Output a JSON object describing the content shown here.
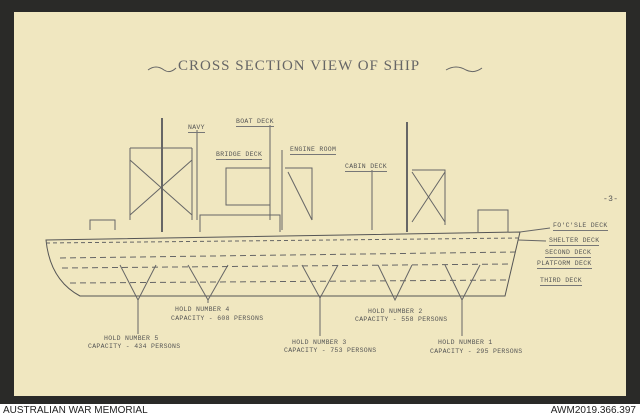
{
  "title": "CROSS SECTION VIEW OF SHIP",
  "page_mark": "-3-",
  "upper_labels": {
    "navy": "NAVY",
    "boat_deck": "BOAT DECK",
    "bridge_deck": "BRIDGE DECK",
    "engine_room": "ENGINE ROOM",
    "cabin_deck": "CABIN DECK"
  },
  "deck_labels": [
    "FO'C'SLE DECK",
    "SHELTER DECK",
    "SECOND DECK",
    "PLATFORM DECK",
    "THIRD DECK"
  ],
  "holds": [
    {
      "name": "HOLD NUMBER 5",
      "capacity": "CAPACITY - 434 PERSONS"
    },
    {
      "name": "HOLD NUMBER 4",
      "capacity": "CAPACITY - 608 PERSONS"
    },
    {
      "name": "HOLD NUMBER 3",
      "capacity": "CAPACITY - 753 PERSONS"
    },
    {
      "name": "HOLD NUMBER 2",
      "capacity": "CAPACITY - 558 PERSONS"
    },
    {
      "name": "HOLD NUMBER 1",
      "capacity": "CAPACITY - 295 PERSONS"
    }
  ],
  "footer": {
    "institution": "AUSTRALIAN WAR MEMORIAL",
    "accession": "AWM2019.366.397"
  }
}
